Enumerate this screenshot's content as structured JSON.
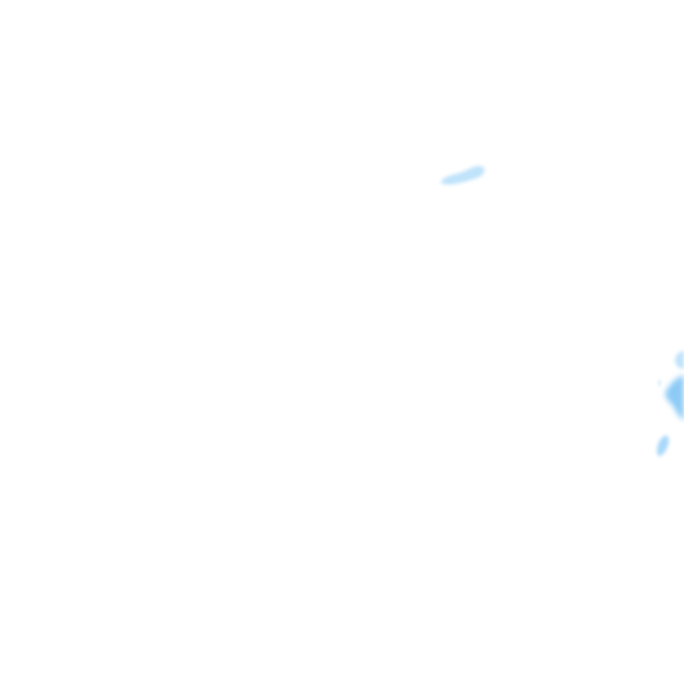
{
  "map": {
    "background_color": "#ffffff",
    "water_color_light": "#bfe3fb",
    "water_color_mid": "#a9d8fa",
    "water_color_dark": "#8ccbf6",
    "features": [
      {
        "kind": "water-patch",
        "label": ""
      },
      {
        "kind": "water-patch",
        "label": ""
      },
      {
        "kind": "water-patch",
        "label": ""
      },
      {
        "kind": "water-patch",
        "label": ""
      },
      {
        "kind": "water-patch",
        "label": ""
      }
    ]
  }
}
